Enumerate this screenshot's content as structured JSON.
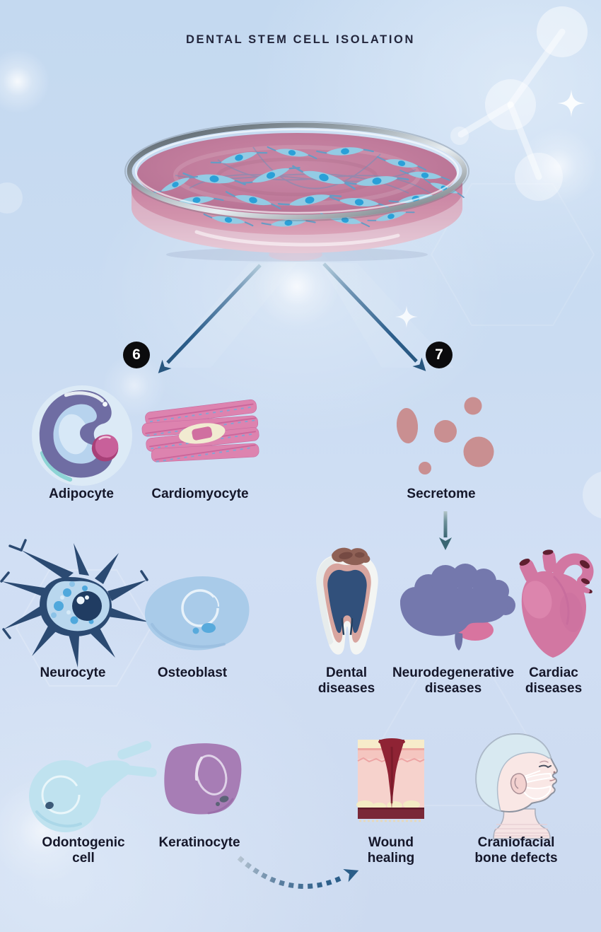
{
  "title": "DENTAL STEM CELL ISOLATION",
  "branch_differentiation": {
    "badge": "6",
    "cells": [
      {
        "name": "adipocyte",
        "lines": [
          "Adipocyte"
        ]
      },
      {
        "name": "cardiomyocyte",
        "lines": [
          "Cardiomyocyte"
        ]
      },
      {
        "name": "neurocyte",
        "lines": [
          "Neurocyte"
        ]
      },
      {
        "name": "osteoblast",
        "lines": [
          "Osteoblast"
        ]
      },
      {
        "name": "odontogenic-cell",
        "lines": [
          "Odontogenic",
          "cell"
        ]
      },
      {
        "name": "keratinocyte",
        "lines": [
          "Keratinocyte"
        ]
      }
    ]
  },
  "branch_secretome": {
    "badge": "7",
    "label": "Secretome",
    "applications": [
      {
        "name": "dental-diseases",
        "lines": [
          "Dental",
          "diseases"
        ]
      },
      {
        "name": "neurodegenerative-diseases",
        "lines": [
          "Neurodegenerative",
          "diseases"
        ]
      },
      {
        "name": "cardiac-diseases",
        "lines": [
          "Cardiac",
          "diseases"
        ]
      },
      {
        "name": "wound-healing",
        "lines": [
          "Wound",
          "healing"
        ]
      },
      {
        "name": "craniofacial-bone-defects",
        "lines": [
          "Craniofacial",
          "bone defects"
        ]
      }
    ]
  },
  "icons": [
    "petri-dish-icon",
    "arrow-down-left-icon",
    "arrow-down-right-icon",
    "badge-6",
    "badge-7",
    "adipocyte-icon",
    "cardiomyocyte-icon",
    "secretome-icon",
    "arrow-down-icon",
    "neurocyte-icon",
    "osteoblast-icon",
    "tooth-icon",
    "brain-icon",
    "heart-icon",
    "odontogenic-cell-icon",
    "keratinocyte-icon",
    "wound-healing-icon",
    "craniofacial-icon",
    "dotted-curved-arrow-icon"
  ],
  "colors": {
    "background_top": "#c4d9f0",
    "background_bottom": "#ccdaf0",
    "title_text": "#23263c",
    "label_text": "#15172a",
    "arrow_blue": "#2b5e89",
    "arrow_teal": "#3a6673",
    "badge_bg": "#0b0b0d",
    "badge_text": "#ffffff",
    "medium_pink": "#c17c9c",
    "dish_cell_blue": "#2aa0d8",
    "secretome_blob": "#c98f91"
  }
}
